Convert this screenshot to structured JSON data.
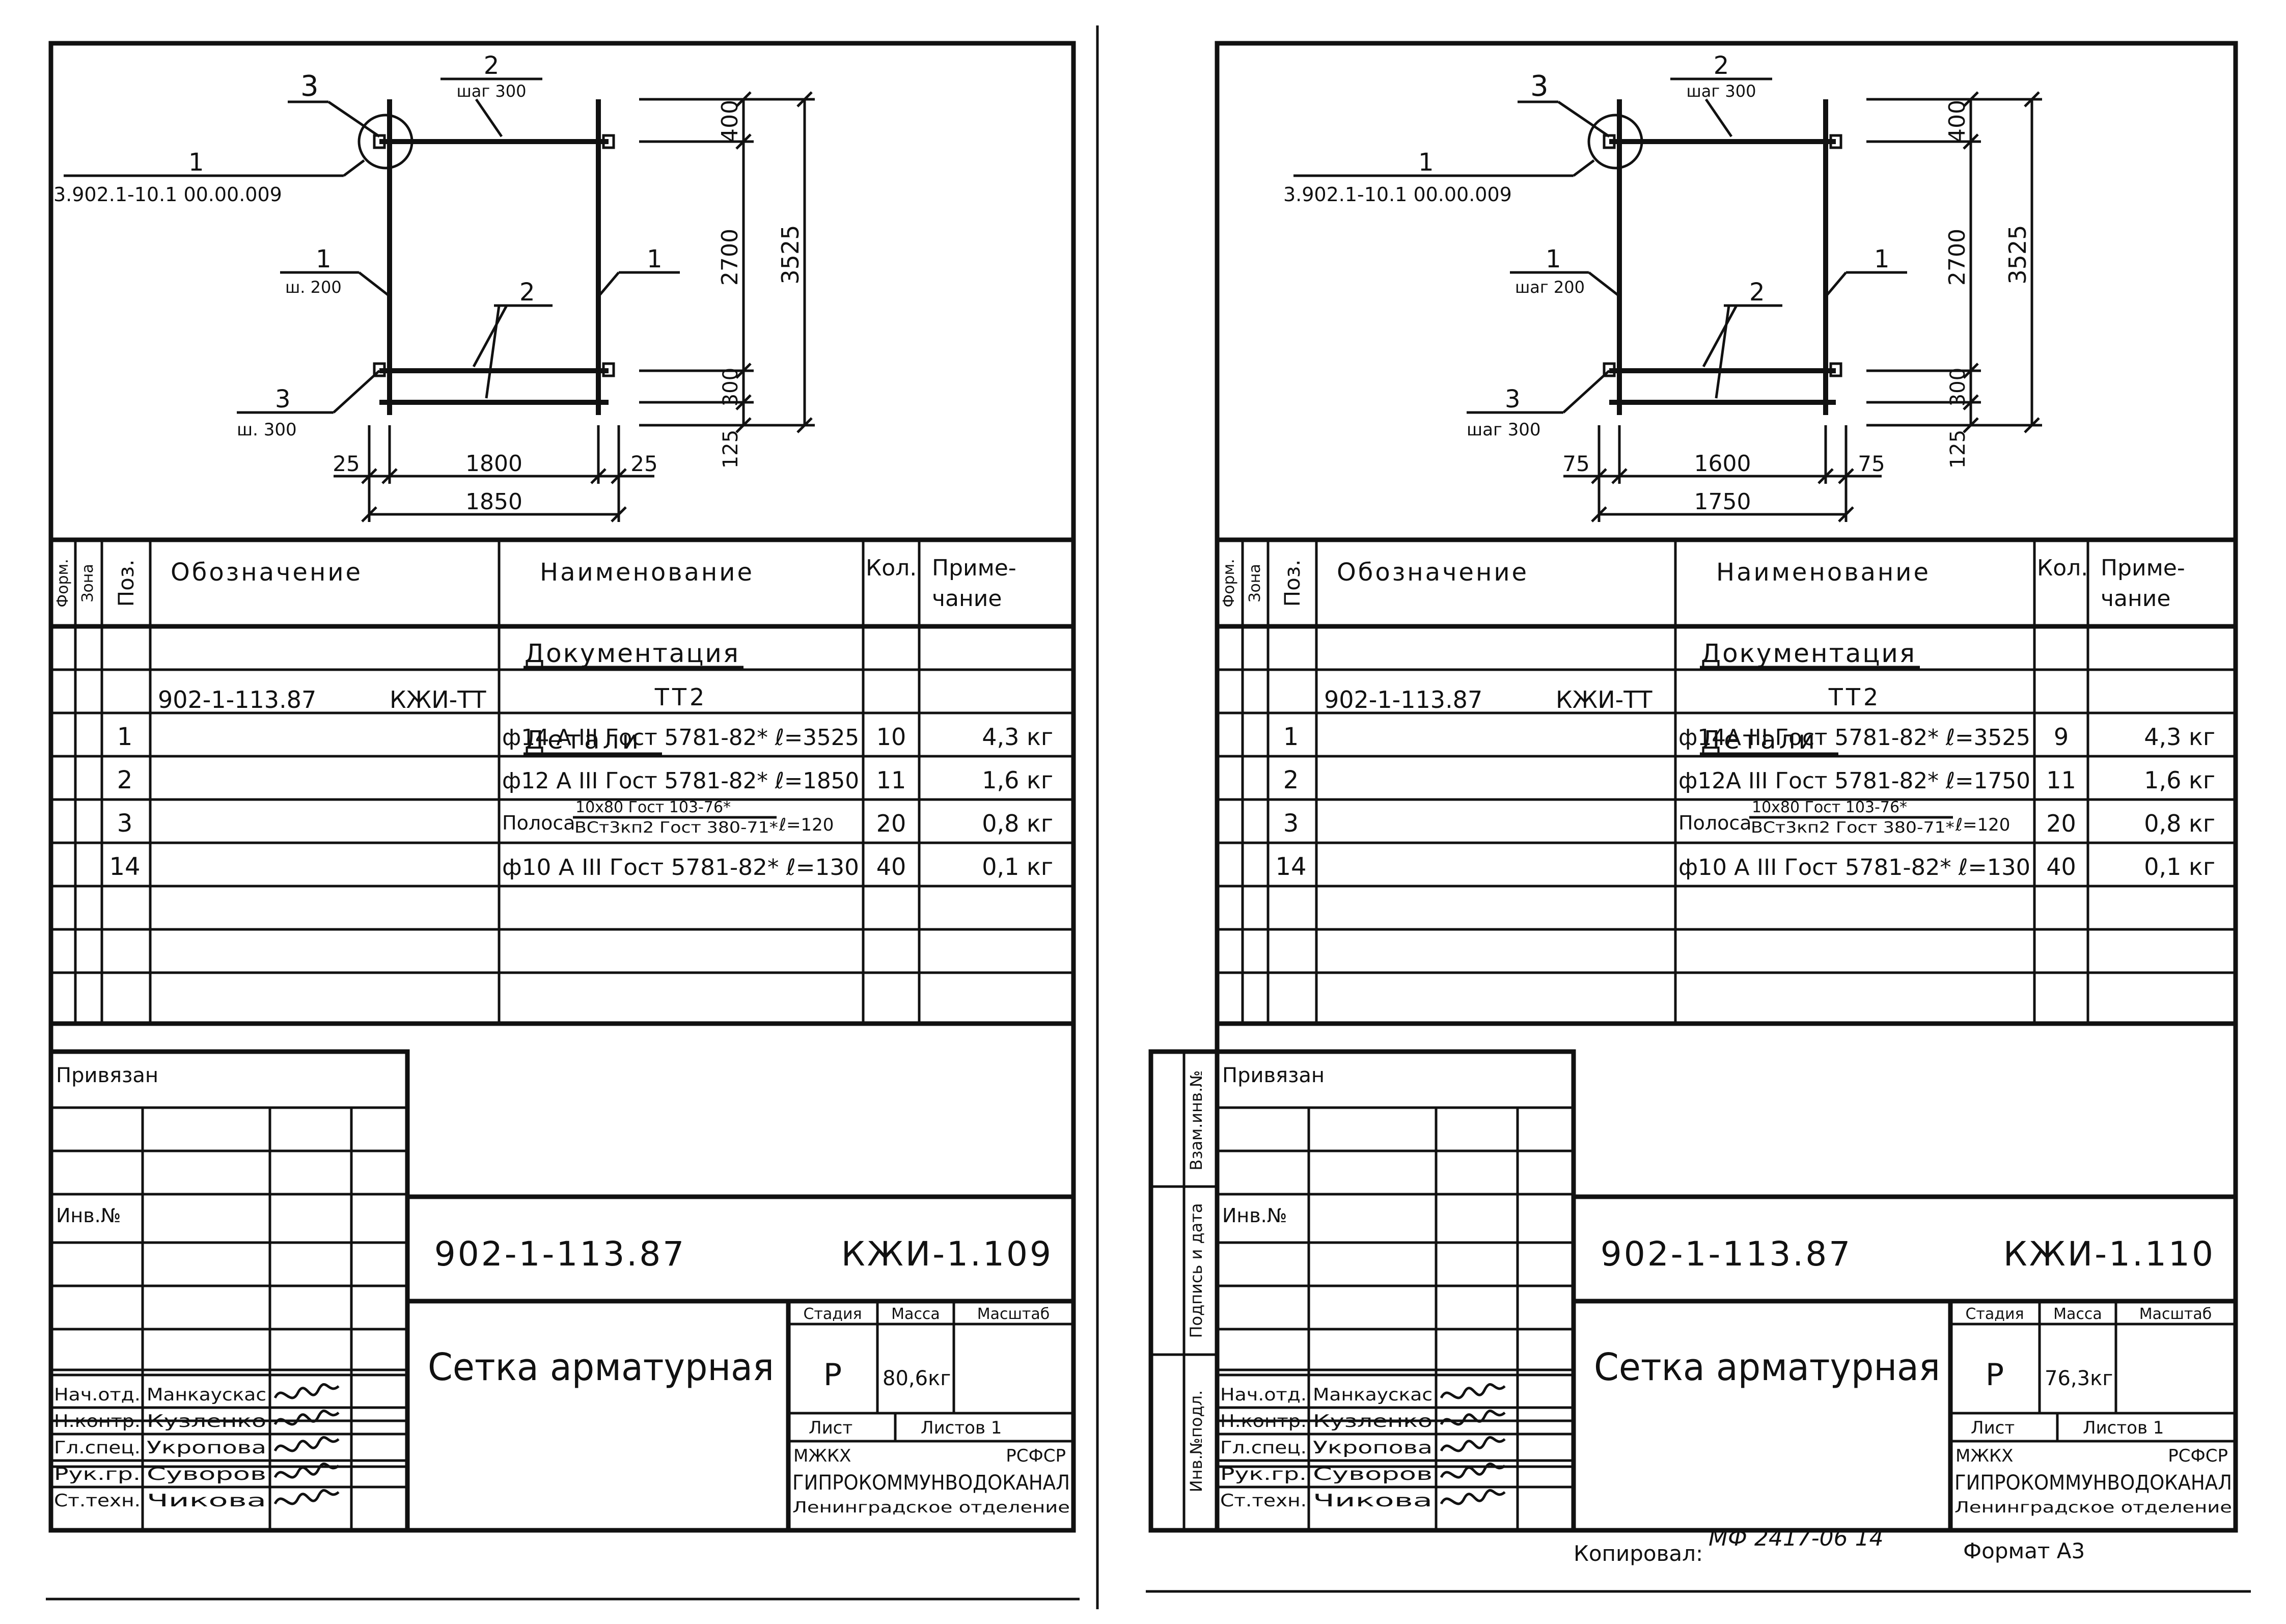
{
  "sheets": [
    {
      "drawing": {
        "labels": {
          "pos3_top": "3",
          "pos2_top": "2",
          "pitch_top": "шаг 300",
          "pos1_ref": "1",
          "ref_doc": "3.902.1-10.1 00.00.009",
          "pos1_left": "1",
          "pitch_left": "ш. 200",
          "pos1_right": "1",
          "pos2_mid": "2",
          "pos3_bot": "3",
          "pitch_bot": "ш. 300"
        },
        "dims": {
          "d400": "400",
          "d2700": "2700",
          "d300": "300",
          "d125": "125",
          "d3525": "3525",
          "left_gap": "25",
          "inner": "1800",
          "right_gap": "25",
          "total": "1850"
        }
      },
      "table": {
        "headers": {
          "form": "Форм.",
          "zone": "Зона",
          "pos": "Поз.",
          "designation": "Обозначение",
          "name": "Наименование",
          "qty": "Кол.",
          "note1": "Приме-",
          "note2": "чание"
        },
        "section_docs": "Документация",
        "doc_row": {
          "designation": "902-1-113.87",
          "code": "КЖИ-ТТ",
          "name": "ТТ2"
        },
        "section_parts": "Детали",
        "rows": [
          {
            "pos": "1",
            "name": "ф14 А III Гост 5781-82* ℓ=3525",
            "qty": "10",
            "note": "4,3 кг"
          },
          {
            "pos": "2",
            "name": "ф12 А III Гост 5781-82* ℓ=1850",
            "qty": "11",
            "note": "1,6 кг"
          },
          {
            "pos": "3",
            "name_top": "10х80 Гост 103-76*",
            "name_pre": "Полоса",
            "name_bot": "ВСт3кп2 Гост 380-71*",
            "name_post": "ℓ=120",
            "qty": "20",
            "note": "0,8 кг"
          },
          {
            "pos": "14",
            "name": "ф10 А III Гост 5781-82*  ℓ=130",
            "qty": "40",
            "note": "0,1 кг"
          }
        ]
      },
      "stamp": {
        "privyazan": "Привязан",
        "inv_no": "Инв.№",
        "doc_number": "902-1-113.87",
        "sheet_code": "КЖИ-1.109",
        "title": "Сетка арматурная",
        "stage_h": "Стадия",
        "mass_h": "Масса",
        "scale_h": "Масштаб",
        "stage": "Р",
        "mass": "80,6кг",
        "list_h": "Лист",
        "lists_h": "Листов 1",
        "org1": "МЖКХ",
        "org1b": "РСФСР",
        "org2": "ГИПРОКОММУНВОДОКАНАЛ",
        "org3": "Ленинградское отделение",
        "people": [
          {
            "role": "Нач.отд.",
            "name": "Манкаускас"
          },
          {
            "role": "Н.контр.",
            "name": "Кузленко"
          },
          {
            "role": "Гл.спец.",
            "name": "Укропова"
          },
          {
            "role": "Рук.гр.",
            "name": "Суворов"
          },
          {
            "role": "Ст.техн.",
            "name": "Чикова"
          }
        ]
      }
    },
    {
      "drawing": {
        "labels": {
          "pos3_top": "3",
          "pos2_top": "2",
          "pitch_top": "шаг 300",
          "pos1_ref": "1",
          "ref_doc": "3.902.1-10.1 00.00.009",
          "pos1_left": "1",
          "pitch_left": "шаг 200",
          "pos1_right": "1",
          "pos2_mid": "2",
          "pos3_bot": "3",
          "pitch_bot": "шаг 300"
        },
        "dims": {
          "d400": "400",
          "d2700": "2700",
          "d300": "300",
          "d125": "125",
          "d3525": "3525",
          "left_gap": "75",
          "inner": "1600",
          "right_gap": "75",
          "total": "1750"
        }
      },
      "table": {
        "headers": {
          "form": "Форм.",
          "zone": "Зона",
          "pos": "Поз.",
          "designation": "Обозначение",
          "name": "Наименование",
          "qty": "Кол.",
          "note1": "Приме-",
          "note2": "чание"
        },
        "section_docs": "Документация",
        "doc_row": {
          "designation": "902-1-113.87",
          "code": "КЖИ-ТТ",
          "name": "ТТ2"
        },
        "section_parts": "Детали",
        "rows": [
          {
            "pos": "1",
            "name": "ф14А III Гост 5781-82* ℓ=3525",
            "qty": "9",
            "note": "4,3 кг"
          },
          {
            "pos": "2",
            "name": "ф12А III Гост 5781-82* ℓ=1750",
            "qty": "11",
            "note": "1,6 кг"
          },
          {
            "pos": "3",
            "name_top": "10х80 Гост 103-76*",
            "name_pre": "Полоса",
            "name_bot": "ВСт3кп2 Гост 380-71*",
            "name_post": "ℓ=120",
            "qty": "20",
            "note": "0,8 кг"
          },
          {
            "pos": "14",
            "name": "ф10 А III Гост 5781-82*  ℓ=130",
            "qty": "40",
            "note": "0,1 кг"
          }
        ]
      },
      "stamp": {
        "privyazan": "Привязан",
        "inv_no": "Инв.№",
        "doc_number": "902-1-113.87",
        "sheet_code": "КЖИ-1.110",
        "title": "Сетка арматурная",
        "stage_h": "Стадия",
        "mass_h": "Масса",
        "scale_h": "Масштаб",
        "stage": "Р",
        "mass": "76,3кг",
        "list_h": "Лист",
        "lists_h": "Листов 1",
        "org1": "МЖКХ",
        "org1b": "РСФСР",
        "org2": "ГИПРОКОММУНВОДОКАНАЛ",
        "org3": "Ленинградское отделение",
        "people": [
          {
            "role": "Нач.отд.",
            "name": "Манкаускас"
          },
          {
            "role": "Н.контр.",
            "name": "Кузленко"
          },
          {
            "role": "Гл.спец.",
            "name": "Укропова"
          },
          {
            "role": "Рук.гр.",
            "name": "Суворов"
          },
          {
            "role": "Ст.техн.",
            "name": "Чикова"
          }
        ],
        "side_labels": [
          "Взам.инв.№",
          "Подпись и дата",
          "Инв.№подл."
        ]
      }
    }
  ],
  "footer": {
    "copied_label": "Копировал:",
    "copied_value": "МФ 2417-06  14",
    "format": "Формат А3"
  }
}
